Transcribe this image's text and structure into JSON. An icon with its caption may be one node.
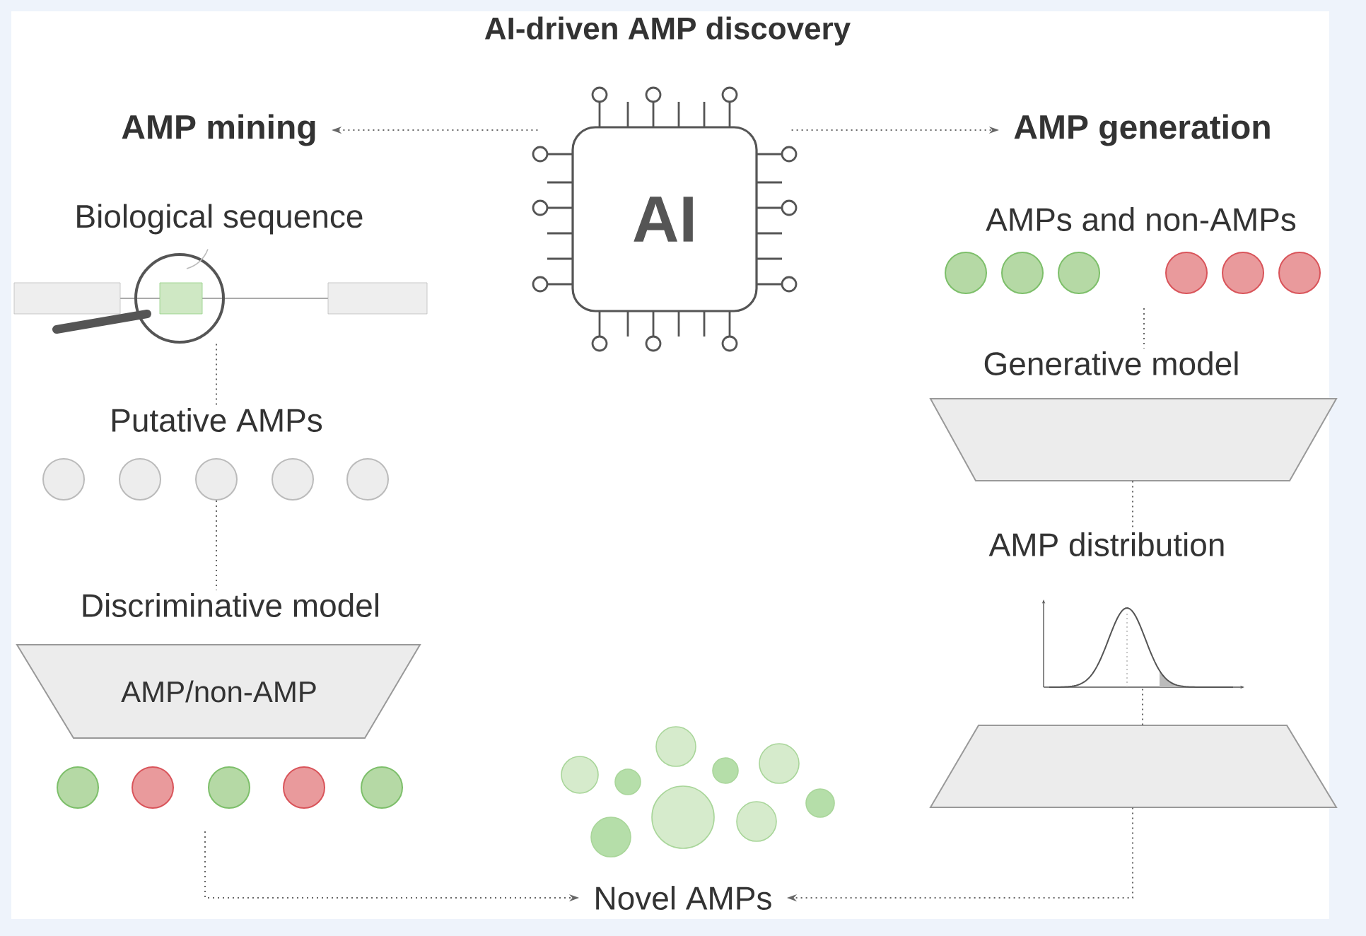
{
  "diagram": {
    "title": "AI-driven AMP discovery",
    "nodes": [
      {
        "text": [
          "AMP mining"
        ]
      },
      {
        "text": [
          "AI"
        ]
      },
      {
        "text": [
          "AMP generation"
        ]
      },
      {
        "text": [
          "Biological sequence"
        ]
      },
      {
        "text": [],
        "shape": "picture"
      },
      {
        "text": [
          "Putative AMPs"
        ]
      },
      {
        "text": [],
        "shape": "circle"
      },
      {
        "text": [],
        "shape": "circle"
      },
      {
        "text": [],
        "shape": "circle"
      },
      {
        "text": [],
        "shape": "circle"
      },
      {
        "text": [],
        "shape": "circle"
      },
      {
        "text": [
          "Discriminative model"
        ]
      },
      {
        "text": [
          "AMP/non-AMP"
        ]
      },
      {
        "text": [],
        "shape": "circle"
      },
      {
        "text": [],
        "shape": "circle"
      },
      {
        "text": [],
        "shape": "circle"
      },
      {
        "text": [],
        "shape": "circle"
      },
      {
        "text": [],
        "shape": "circle"
      },
      {
        "text": [
          "Novel AMPs"
        ]
      },
      {
        "text": [
          "AMPs and non-AMPs"
        ]
      },
      {
        "text": [],
        "shape": "circle"
      },
      {
        "text": [],
        "shape": "circle"
      },
      {
        "text": [],
        "shape": "circle"
      },
      {
        "text": [],
        "shape": "circle"
      },
      {
        "text": [],
        "shape": "circle"
      },
      {
        "text": [],
        "shape": "circle"
      },
      {
        "text": [
          "Generative model"
        ]
      },
      {
        "text": [],
        "shape": "trapezoid"
      },
      {
        "text": [
          "AMP distribution"
        ]
      },
      {
        "text": [],
        "shape": "picture"
      },
      {
        "text": [],
        "shape": "trapezoid"
      }
    ],
    "edges": [
      {
        "from": 1,
        "to": 0,
        "arrow": "to"
      },
      {
        "from": 1,
        "to": 2,
        "arrow": "to"
      },
      {
        "from": 4,
        "to": 5,
        "arrow": "none"
      },
      {
        "from": 8,
        "to": 11,
        "arrow": "none"
      },
      {
        "from": null,
        "to": 18,
        "arrow": "to"
      },
      {
        "from": null,
        "to": 26,
        "arrow": "none"
      },
      {
        "from": 27,
        "to": 28,
        "arrow": "none"
      },
      {
        "from": 29,
        "to": 30,
        "arrow": "none"
      },
      {
        "from": 30,
        "to": 18,
        "arrow": "to"
      }
    ]
  }
}
